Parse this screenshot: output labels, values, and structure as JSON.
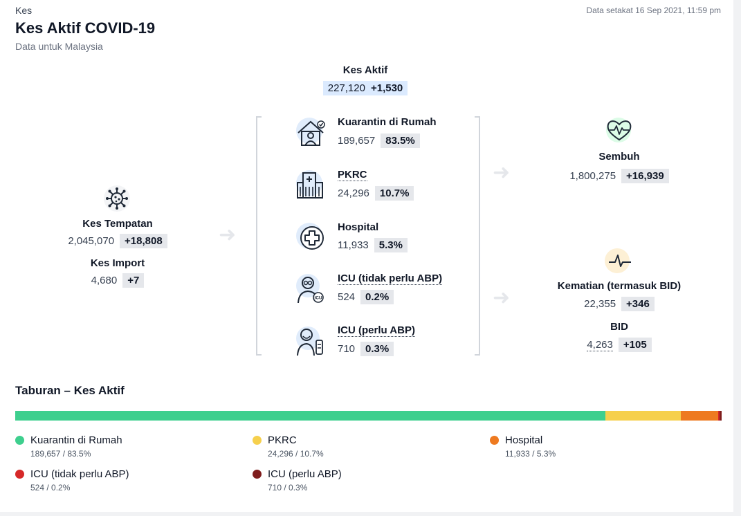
{
  "header": {
    "breadcrumb": "Kes",
    "title": "Kes Aktif COVID-19",
    "subtitle": "Data untuk Malaysia",
    "as_of": "Data setakat 16 Sep 2021, 11:59 pm"
  },
  "active": {
    "label": "Kes Aktif",
    "value": "227,120",
    "delta": "+1,530"
  },
  "local": {
    "label": "Kes Tempatan",
    "value": "2,045,070",
    "delta": "+18,808"
  },
  "import": {
    "label": "Kes Import",
    "value": "4,680",
    "delta": "+7"
  },
  "categories": [
    {
      "label": "Kuarantin di Rumah",
      "value": "189,657",
      "pct": "83.5%",
      "icon": "home-quarantine-icon"
    },
    {
      "label": "PKRC",
      "value": "24,296",
      "pct": "10.7%",
      "icon": "hospital-building-icon"
    },
    {
      "label": "Hospital",
      "value": "11,933",
      "pct": "5.3%",
      "icon": "medical-cross-icon"
    },
    {
      "label": "ICU (tidak perlu ABP)",
      "value": "524",
      "pct": "0.2%",
      "icon": "icu-doctor-icon"
    },
    {
      "label": "ICU (perlu ABP)",
      "value": "710",
      "pct": "0.3%",
      "icon": "ventilator-patient-icon"
    }
  ],
  "recovered": {
    "label": "Sembuh",
    "value": "1,800,275",
    "delta": "+16,939"
  },
  "deaths": {
    "label": "Kematian (termasuk BID)",
    "value": "22,355",
    "delta": "+346"
  },
  "bid": {
    "label": "BID",
    "value": "4,263",
    "delta": "+105"
  },
  "distribution": {
    "title": "Taburan – Kes Aktif",
    "items": [
      {
        "label": "Kuarantin di Rumah",
        "sub": "189,657 / 83.5%",
        "share": 83.5,
        "color": "#3ecf8e"
      },
      {
        "label": "PKRC",
        "sub": "24,296 / 10.7%",
        "share": 10.7,
        "color": "#f6d04d"
      },
      {
        "label": "Hospital",
        "sub": "11,933 / 5.3%",
        "share": 5.3,
        "color": "#ee7a20"
      },
      {
        "label": "ICU (tidak perlu ABP)",
        "sub": "524 / 0.2%",
        "share": 0.2,
        "color": "#d62828"
      },
      {
        "label": "ICU (perlu ABP)",
        "sub": "710 / 0.3%",
        "share": 0.3,
        "color": "#7f1d1d"
      }
    ]
  }
}
